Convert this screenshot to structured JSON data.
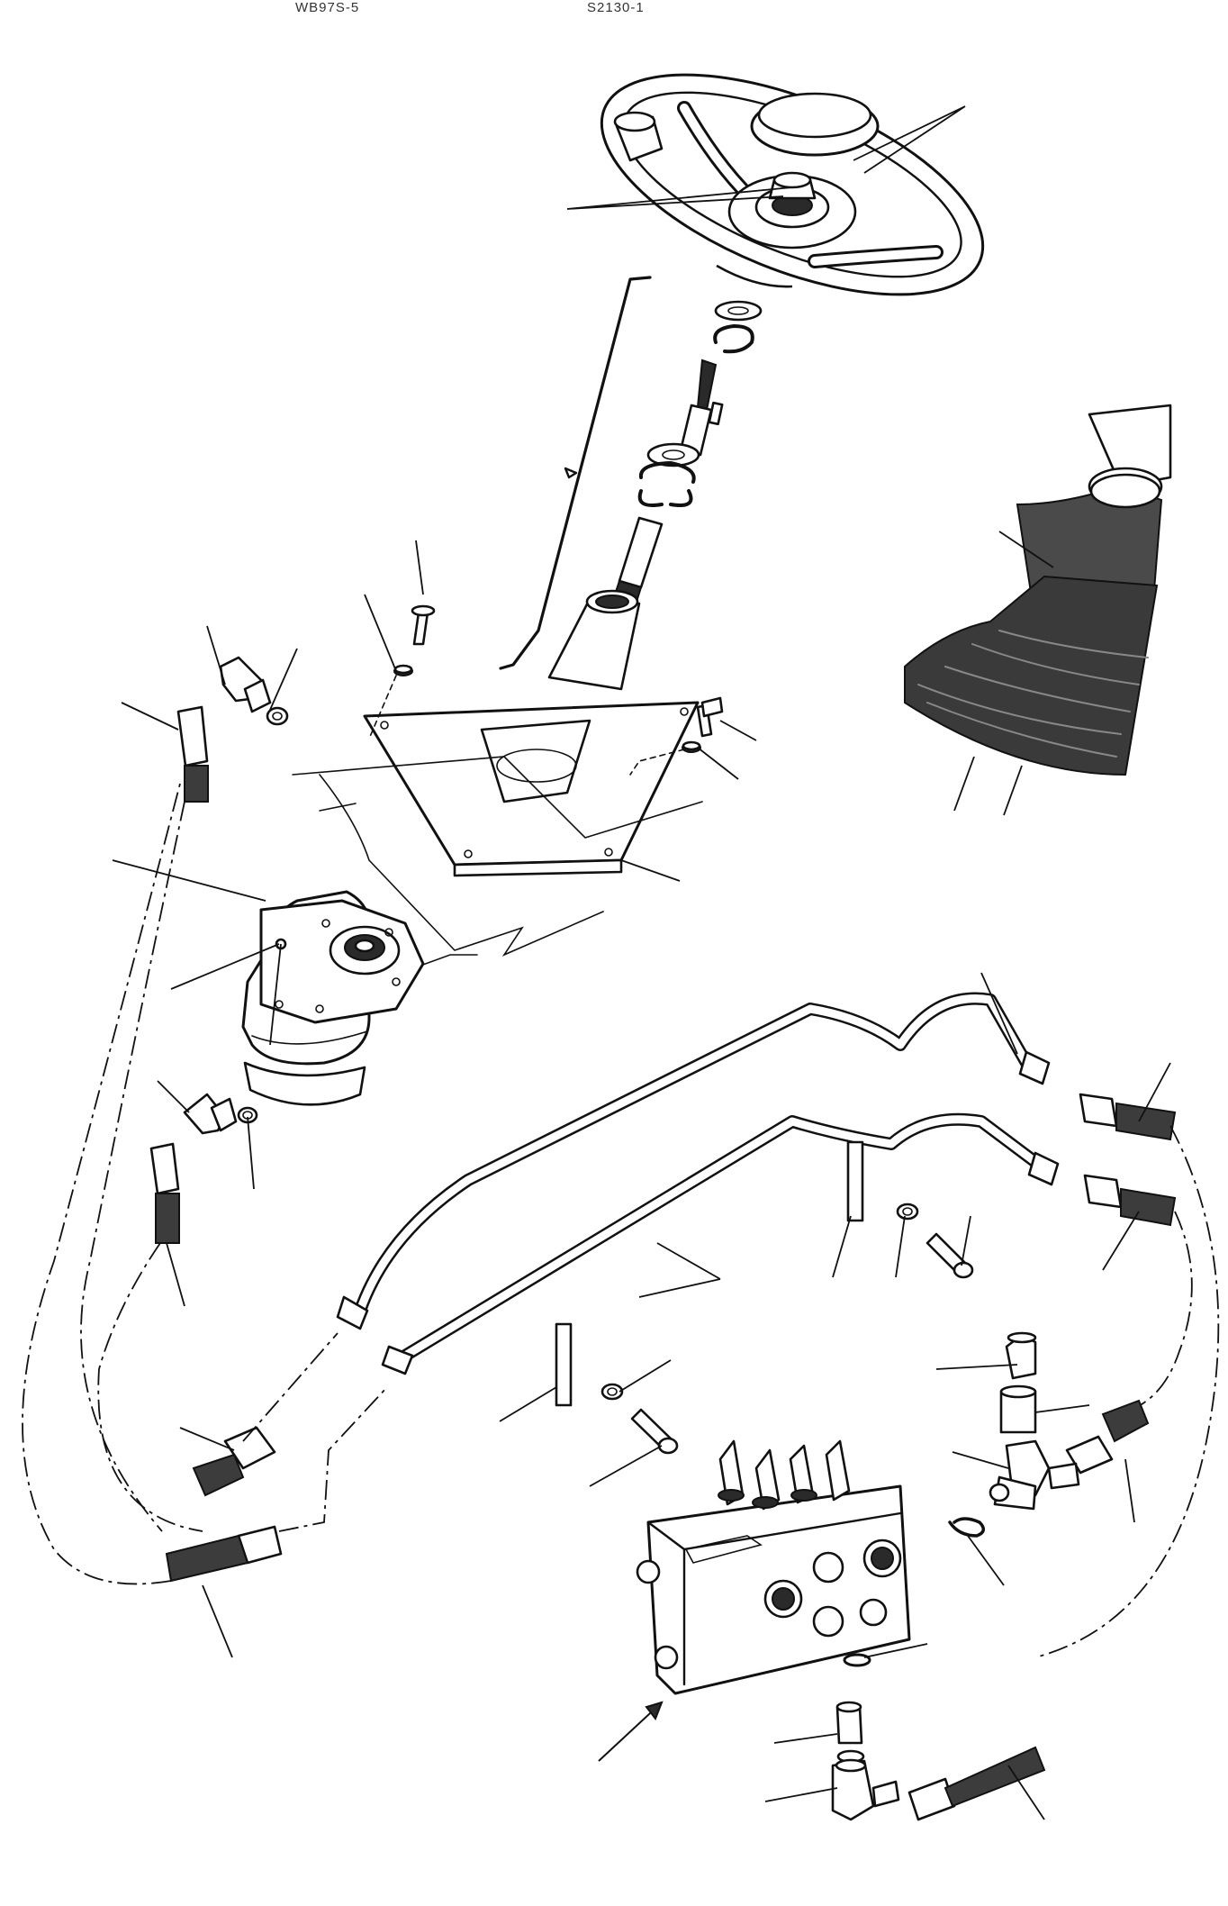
{
  "header": {
    "left_code": "WB97S-5",
    "right_code": "S2130-1"
  },
  "parts": [
    "steering-wheel",
    "horn-button",
    "spinner-knob",
    "column-shaft",
    "mounting-plate",
    "shift-boot",
    "steering-unit",
    "elbow-fittings",
    "hoses",
    "steel-tubes",
    "tube-clamps",
    "control-valve",
    "adapters",
    "o-rings"
  ]
}
